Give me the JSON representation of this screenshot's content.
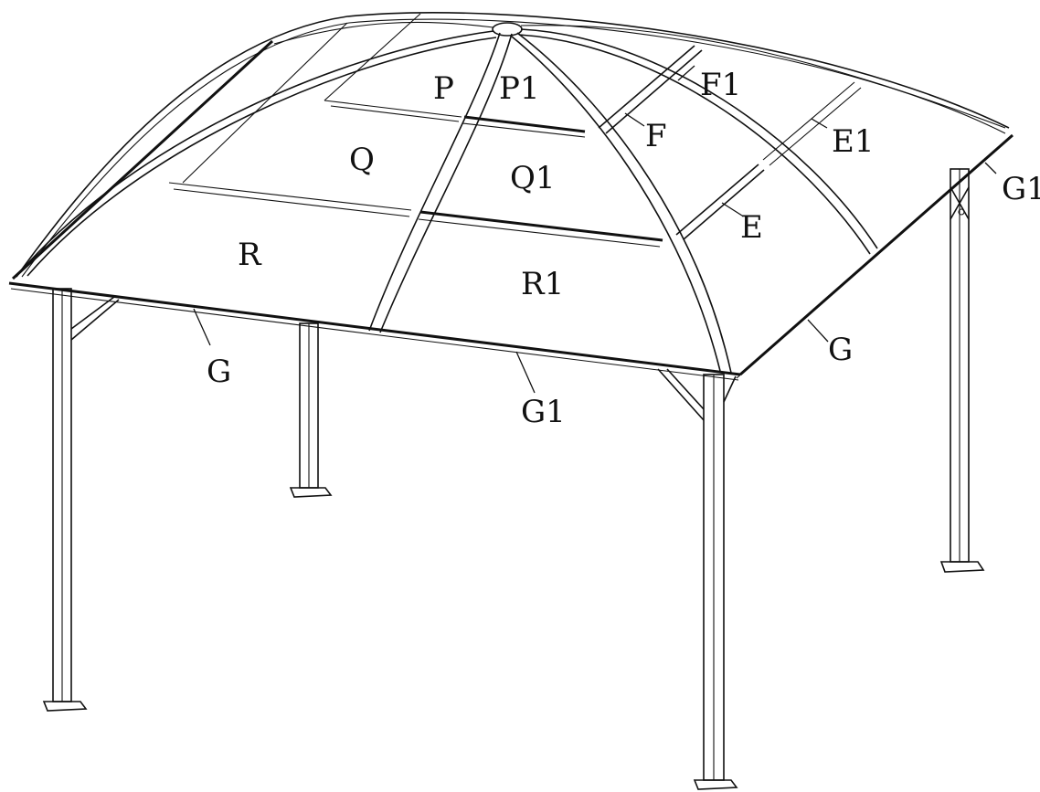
{
  "diagram": {
    "subject": "gazebo-hardtop-assembly",
    "part_labels": {
      "P": "P",
      "P1": "P1",
      "Q": "Q",
      "Q1": "Q1",
      "R": "R",
      "R1": "R1",
      "E": "E",
      "E1": "E1",
      "F": "F",
      "F1": "F1",
      "G_front": "G",
      "G1_front": "G1",
      "G_right": "G",
      "G1_right": "G1"
    }
  }
}
